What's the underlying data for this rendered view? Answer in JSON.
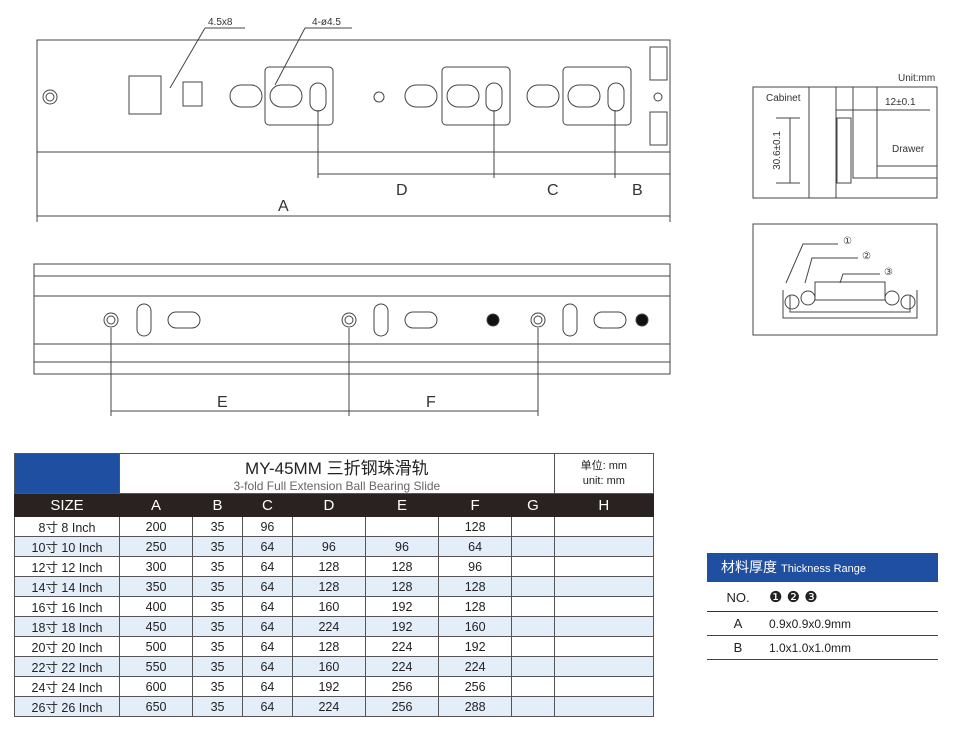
{
  "drawing": {
    "hole_labels": [
      "4.5x8",
      "4-ø4.5"
    ],
    "dims_top": [
      "A",
      "B",
      "C",
      "D"
    ],
    "dims_bottom": [
      "E",
      "F"
    ],
    "unit": "Unit:mm",
    "section": {
      "cabinet": "Cabinet",
      "drawer": "Drawer",
      "gap": "12±0.1",
      "height": "30.6±0.1"
    },
    "parts": [
      "①",
      "②",
      "③"
    ]
  },
  "table": {
    "title_cn": "MY-45MM 三折钢珠滑轨",
    "title_en": "3-fold Full Extension Ball Bearing Slide",
    "unit_cn": "单位: mm",
    "unit_en": "unit: mm",
    "headers": [
      "SIZE",
      "A",
      "B",
      "C",
      "D",
      "E",
      "F",
      "G",
      "H"
    ],
    "rows": [
      [
        "8寸 8 Inch",
        "200",
        "35",
        "96",
        "",
        "",
        "128",
        "",
        ""
      ],
      [
        "10寸 10 Inch",
        "250",
        "35",
        "64",
        "96",
        "96",
        "64",
        "",
        ""
      ],
      [
        "12寸 12 Inch",
        "300",
        "35",
        "64",
        "128",
        "128",
        "96",
        "",
        ""
      ],
      [
        "14寸 14 Inch",
        "350",
        "35",
        "64",
        "128",
        "128",
        "128",
        "",
        ""
      ],
      [
        "16寸 16 Inch",
        "400",
        "35",
        "64",
        "160",
        "192",
        "128",
        "",
        ""
      ],
      [
        "18寸 18 Inch",
        "450",
        "35",
        "64",
        "224",
        "192",
        "160",
        "",
        ""
      ],
      [
        "20寸 20 Inch",
        "500",
        "35",
        "64",
        "128",
        "224",
        "192",
        "",
        ""
      ],
      [
        "22寸 22 Inch",
        "550",
        "35",
        "64",
        "160",
        "224",
        "224",
        "",
        ""
      ],
      [
        "24寸 24 Inch",
        "600",
        "35",
        "64",
        "192",
        "256",
        "256",
        "",
        ""
      ],
      [
        "26寸 26 Inch",
        "650",
        "35",
        "64",
        "224",
        "256",
        "288",
        "",
        ""
      ]
    ]
  },
  "thickness": {
    "title_cn": "材料厚度",
    "title_en": "Thickness Range",
    "no_label": "NO.",
    "markers": "❶ ❷ ❸",
    "rows": [
      {
        "k": "A",
        "v": "0.9x0.9x0.9mm"
      },
      {
        "k": "B",
        "v": "1.0x1.0x1.0mm"
      }
    ],
    "accent": "#1f4fa0"
  }
}
